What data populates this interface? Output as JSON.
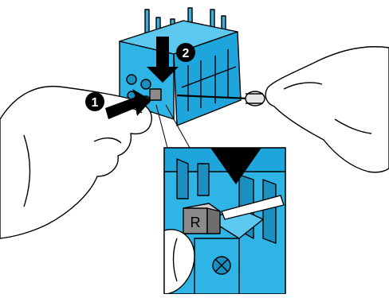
{
  "illustration": {
    "steps": [
      {
        "number": "1"
      },
      {
        "number": "2"
      }
    ],
    "reset_button_letter": "R",
    "colors": {
      "device": "#2fb4e6",
      "device_dark": "#1a8fc0",
      "outline": "#000000",
      "background": "#ffffff",
      "button": "#8a8a8a"
    },
    "icons": [
      "left-hand",
      "right-hand",
      "screwdriver",
      "push-arrow",
      "press-arrow",
      "zoom-triangle"
    ]
  }
}
